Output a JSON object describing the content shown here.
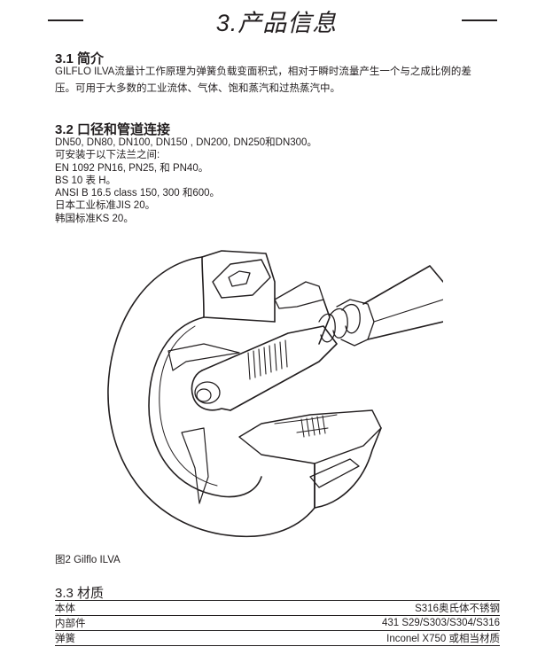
{
  "header": {
    "title": "3.产品信息"
  },
  "section_3_1": {
    "heading": "3.1 简介",
    "lines": [
      "GILFLO ILVA流量计工作原理为弹簧负载变面积式，相对于瞬时流量产生一个与之成比例的差",
      "压。可用于大多数的工业流体、气体、饱和蒸汽和过热蒸汽中。"
    ]
  },
  "section_3_2": {
    "heading": "3.2 口径和管道连接",
    "lines": [
      "DN50, DN80, DN100, DN150 , DN200, DN250和DN300。",
      "可安装于以下法兰之间:",
      "EN 1092 PN16, PN25, 和 PN40。",
      "BS 10 表 H。",
      "ANSI B 16.5 class 150, 300 和600。",
      "日本工业标准JIS 20。",
      "韩国标准KS 20。"
    ]
  },
  "figure": {
    "illustration": "gilflo-ilva-cutaway-drawing",
    "caption": "图2  Gilflo ILVA"
  },
  "section_3_3": {
    "heading": "3.3 材质",
    "rows": [
      {
        "part": "本体",
        "material": "S316奥氏体不锈钢"
      },
      {
        "part": "内部件",
        "material": "431 S29/S303/S304/S316"
      },
      {
        "part": "弹簧",
        "material": "Inconel X750 或相当材质"
      }
    ]
  }
}
